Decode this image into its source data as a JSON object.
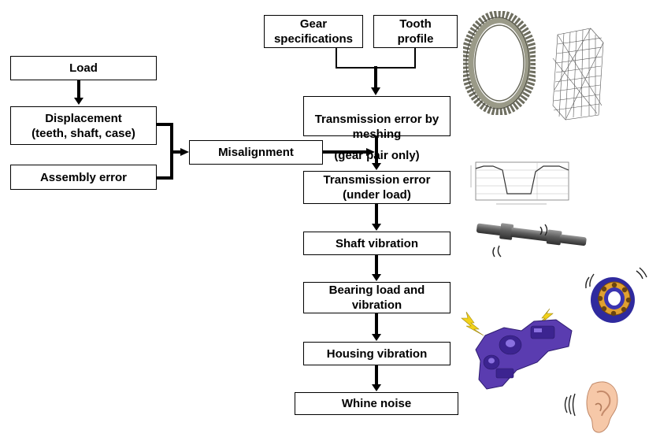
{
  "boxes": {
    "load": "Load",
    "displacement": "Displacement\n(teeth, shaft, case)",
    "assembly_error": "Assembly error",
    "misalignment": "Misalignment",
    "gear_specifications": "Gear\nspecifications",
    "tooth_profile": "Tooth\nprofile",
    "te_by_meshing": "Transmission error by\nmeshing",
    "te_by_meshing_note": "(gear pair only)",
    "te_under_load": "Transmission error\n(under load)",
    "shaft_vibration": "Shaft vibration",
    "bearing_load": "Bearing load and\nvibration",
    "housing_vibration": "Housing vibration",
    "whine_noise": "Whine noise"
  },
  "illustrations": [
    "ring-gear-illustration",
    "tooth-grid-plot",
    "transmission-error-graph",
    "shaft-illustration",
    "bearing-illustration",
    "housing-illustration",
    "ear-illustration"
  ],
  "colors": {
    "housing": "#5a3cb0",
    "bearing": "#2f2a9e",
    "bearing_rollers": "#e0a030",
    "gear": "#8a8a78",
    "spark": "#f2d21a"
  }
}
